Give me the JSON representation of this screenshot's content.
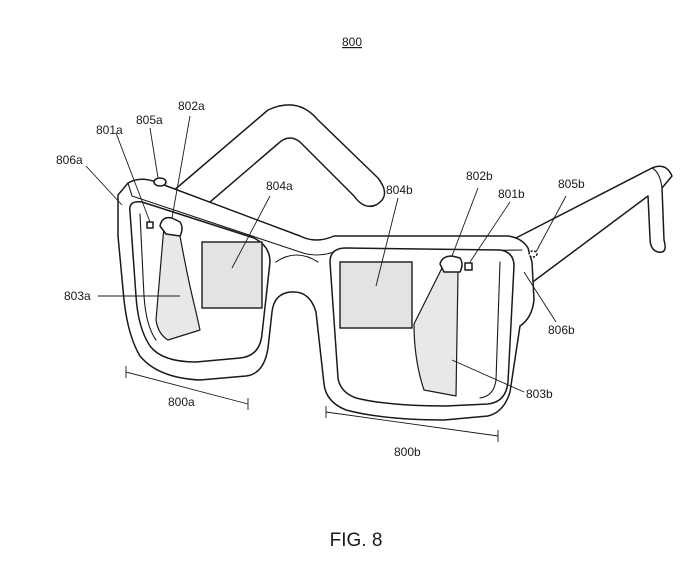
{
  "figure": {
    "number_label": "800",
    "caption": "FIG. 8",
    "labels": {
      "l801a": "801a",
      "l802a": "802a",
      "l805a": "805a",
      "l806a": "806a",
      "l804a": "804a",
      "l803a": "803a",
      "l800a": "800a",
      "l804b": "804b",
      "l802b": "802b",
      "l801b": "801b",
      "l805b": "805b",
      "l806b": "806b",
      "l803b": "803b",
      "l800b": "800b"
    }
  }
}
